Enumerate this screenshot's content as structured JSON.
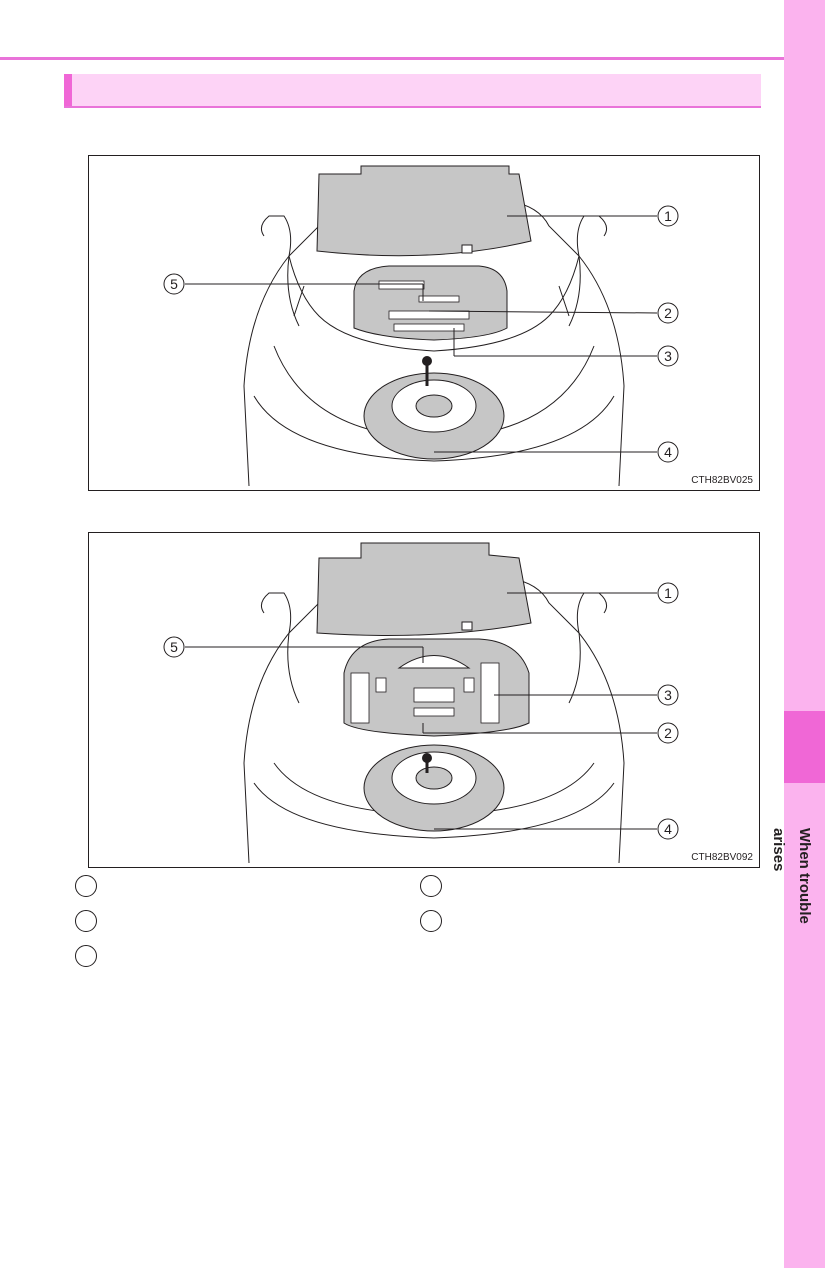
{
  "page": {
    "section_title": "",
    "side_tab_label": "When trouble arises"
  },
  "figures": [
    {
      "code": "CTH82BV025",
      "callouts": [
        "1",
        "5",
        "2",
        "3",
        "4"
      ]
    },
    {
      "code": "CTH82BV092",
      "callouts": [
        "1",
        "5",
        "3",
        "2",
        "4"
      ]
    }
  ],
  "legend": [
    {
      "num": "",
      "text": ""
    },
    {
      "num": "",
      "text": ""
    },
    {
      "num": "",
      "text": ""
    },
    {
      "num": "",
      "text": ""
    },
    {
      "num": "",
      "text": ""
    }
  ],
  "colors": {
    "accent": "#f067d6",
    "accent_light": "#fbb3ee",
    "title_bg": "#fdd3f6",
    "ink": "#231f20",
    "panel_gray": "#c6c6c6"
  }
}
